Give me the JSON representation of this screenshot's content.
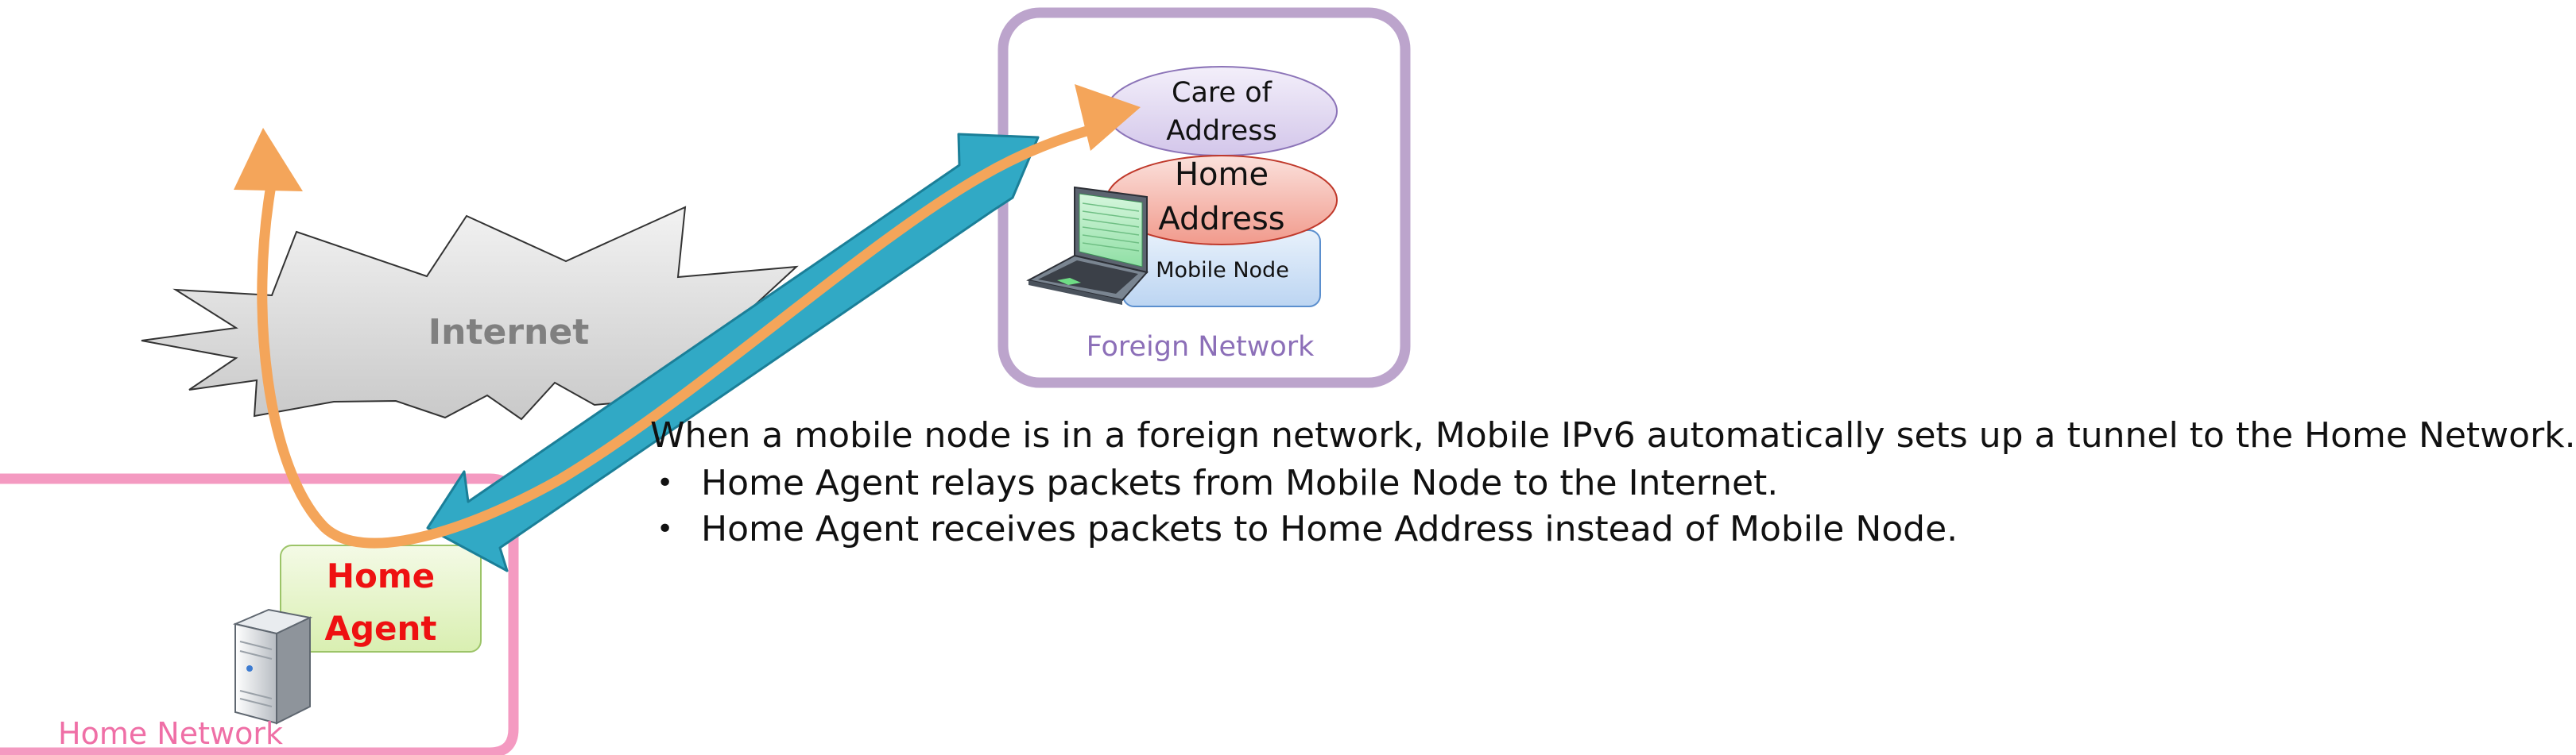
{
  "internet": {
    "label": "Internet",
    "color": "#808080"
  },
  "foreign_network": {
    "label": "Foreign Network",
    "care_of_address": "Care of\nAddress",
    "home_address": "Home\nAddress",
    "mobile_node": "Mobile Node"
  },
  "home_network": {
    "label": "Home Network",
    "home_agent": "Home\nAgent"
  },
  "description": {
    "intro": "When a mobile node is in a foreign network, Mobile IPv6 automatically sets up a tunnel to the Home Network.",
    "bullets": [
      "Home Agent relays packets from Mobile Node to the Internet.",
      "Home Agent receives packets to Home Address instead of Mobile Node."
    ]
  },
  "colors": {
    "home_network_border": "#f49ac1",
    "foreign_network_border": "#bca4cc",
    "tunnel": "#31a9c5",
    "flow": "#f4a55a",
    "home_agent_text": "#ee1111"
  }
}
